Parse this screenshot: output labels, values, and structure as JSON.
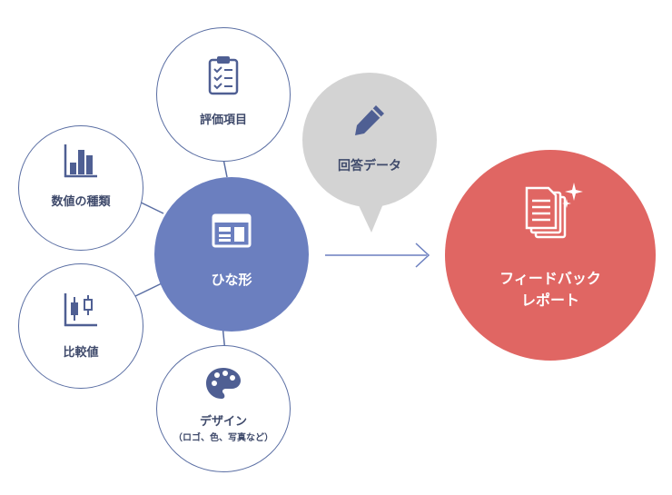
{
  "nodes": {
    "center": {
      "label": "ひな形"
    },
    "eval": {
      "label": "評価項目"
    },
    "numtype": {
      "label": "数値の種類"
    },
    "compare": {
      "label": "比較値"
    },
    "design": {
      "label": "デザイン",
      "sublabel": "（ロゴ、色、写真など）"
    },
    "answer": {
      "label": "回答データ"
    },
    "report": {
      "line1": "フィードバック",
      "line2": "レポート"
    }
  },
  "colors": {
    "center": "#6b7fbf",
    "ring": "#5a6ea3",
    "icon": "#4f5f93",
    "bubble": "#d3d3d3",
    "report": "#e06663",
    "arrow": "#6b7fbf"
  },
  "icons": {
    "eval": "clipboard-checklist-icon",
    "numtype": "bar-chart-icon",
    "compare": "candlestick-icon",
    "design": "palette-icon",
    "center": "layout-template-icon",
    "answer": "pencil-icon",
    "report": "documents-sparkle-icon"
  }
}
